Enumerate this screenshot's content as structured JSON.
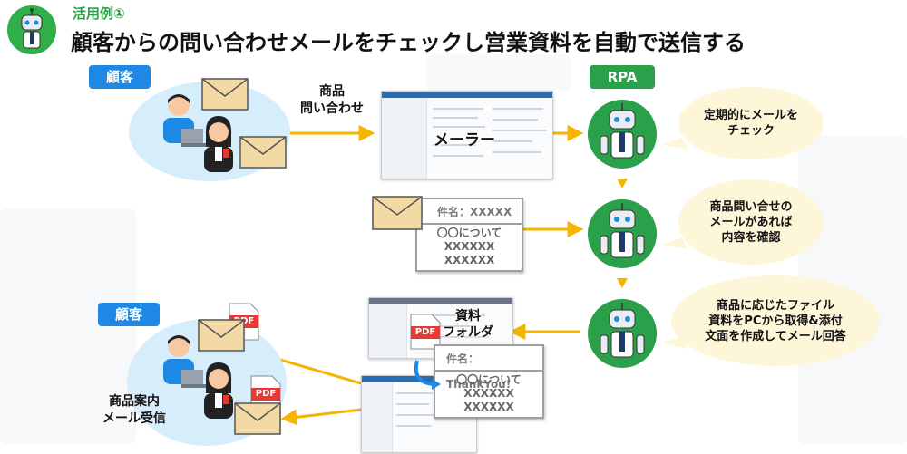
{
  "header": {
    "subtitle": "活用例①",
    "title": "顧客からの問い合わせメールをチェックし営業資料を自動で送信する"
  },
  "colors": {
    "accent_green": "#2aa04a",
    "tag_blue": "#1e88e5",
    "arrow_orange": "#f5b400",
    "customer_bg": "#d6eefc",
    "bubble_bg": "#fdf6d8",
    "pdf_red": "#e53935",
    "envelope": "#f3d9a4"
  },
  "top_customer": {
    "tag": "顧客",
    "arrow_label": "商品\n問い合わせ"
  },
  "mailer": {
    "label": "メーラー"
  },
  "rpa": {
    "tag": "RPA",
    "steps": [
      {
        "bubble": "定期的にメールを\nチェック"
      },
      {
        "bubble": "商品問い合せの\nメールがあれば\n内容を確認"
      },
      {
        "bubble": "商品に応じたファイル\n資料をPCから取得&添付\n文面を作成してメール回答"
      }
    ]
  },
  "inquiry_mail": {
    "subject": "件名：XXXXX",
    "body_lines": [
      "〇〇について",
      "XXXXXX",
      "XXXXXX"
    ]
  },
  "reply_mail": {
    "subject": "件名：ThankYou!",
    "body_lines": [
      "〇〇について",
      "XXXXXX",
      "XXXXXX"
    ]
  },
  "folder": {
    "label": "資料\nフォルダ"
  },
  "bottom_customer": {
    "tag": "顧客",
    "caption": "商品案内\nメール受信"
  },
  "pdf_label": "PDF",
  "icons": [
    "robot-icon",
    "envelope-icon",
    "pdf-file-icon",
    "person-icon"
  ]
}
